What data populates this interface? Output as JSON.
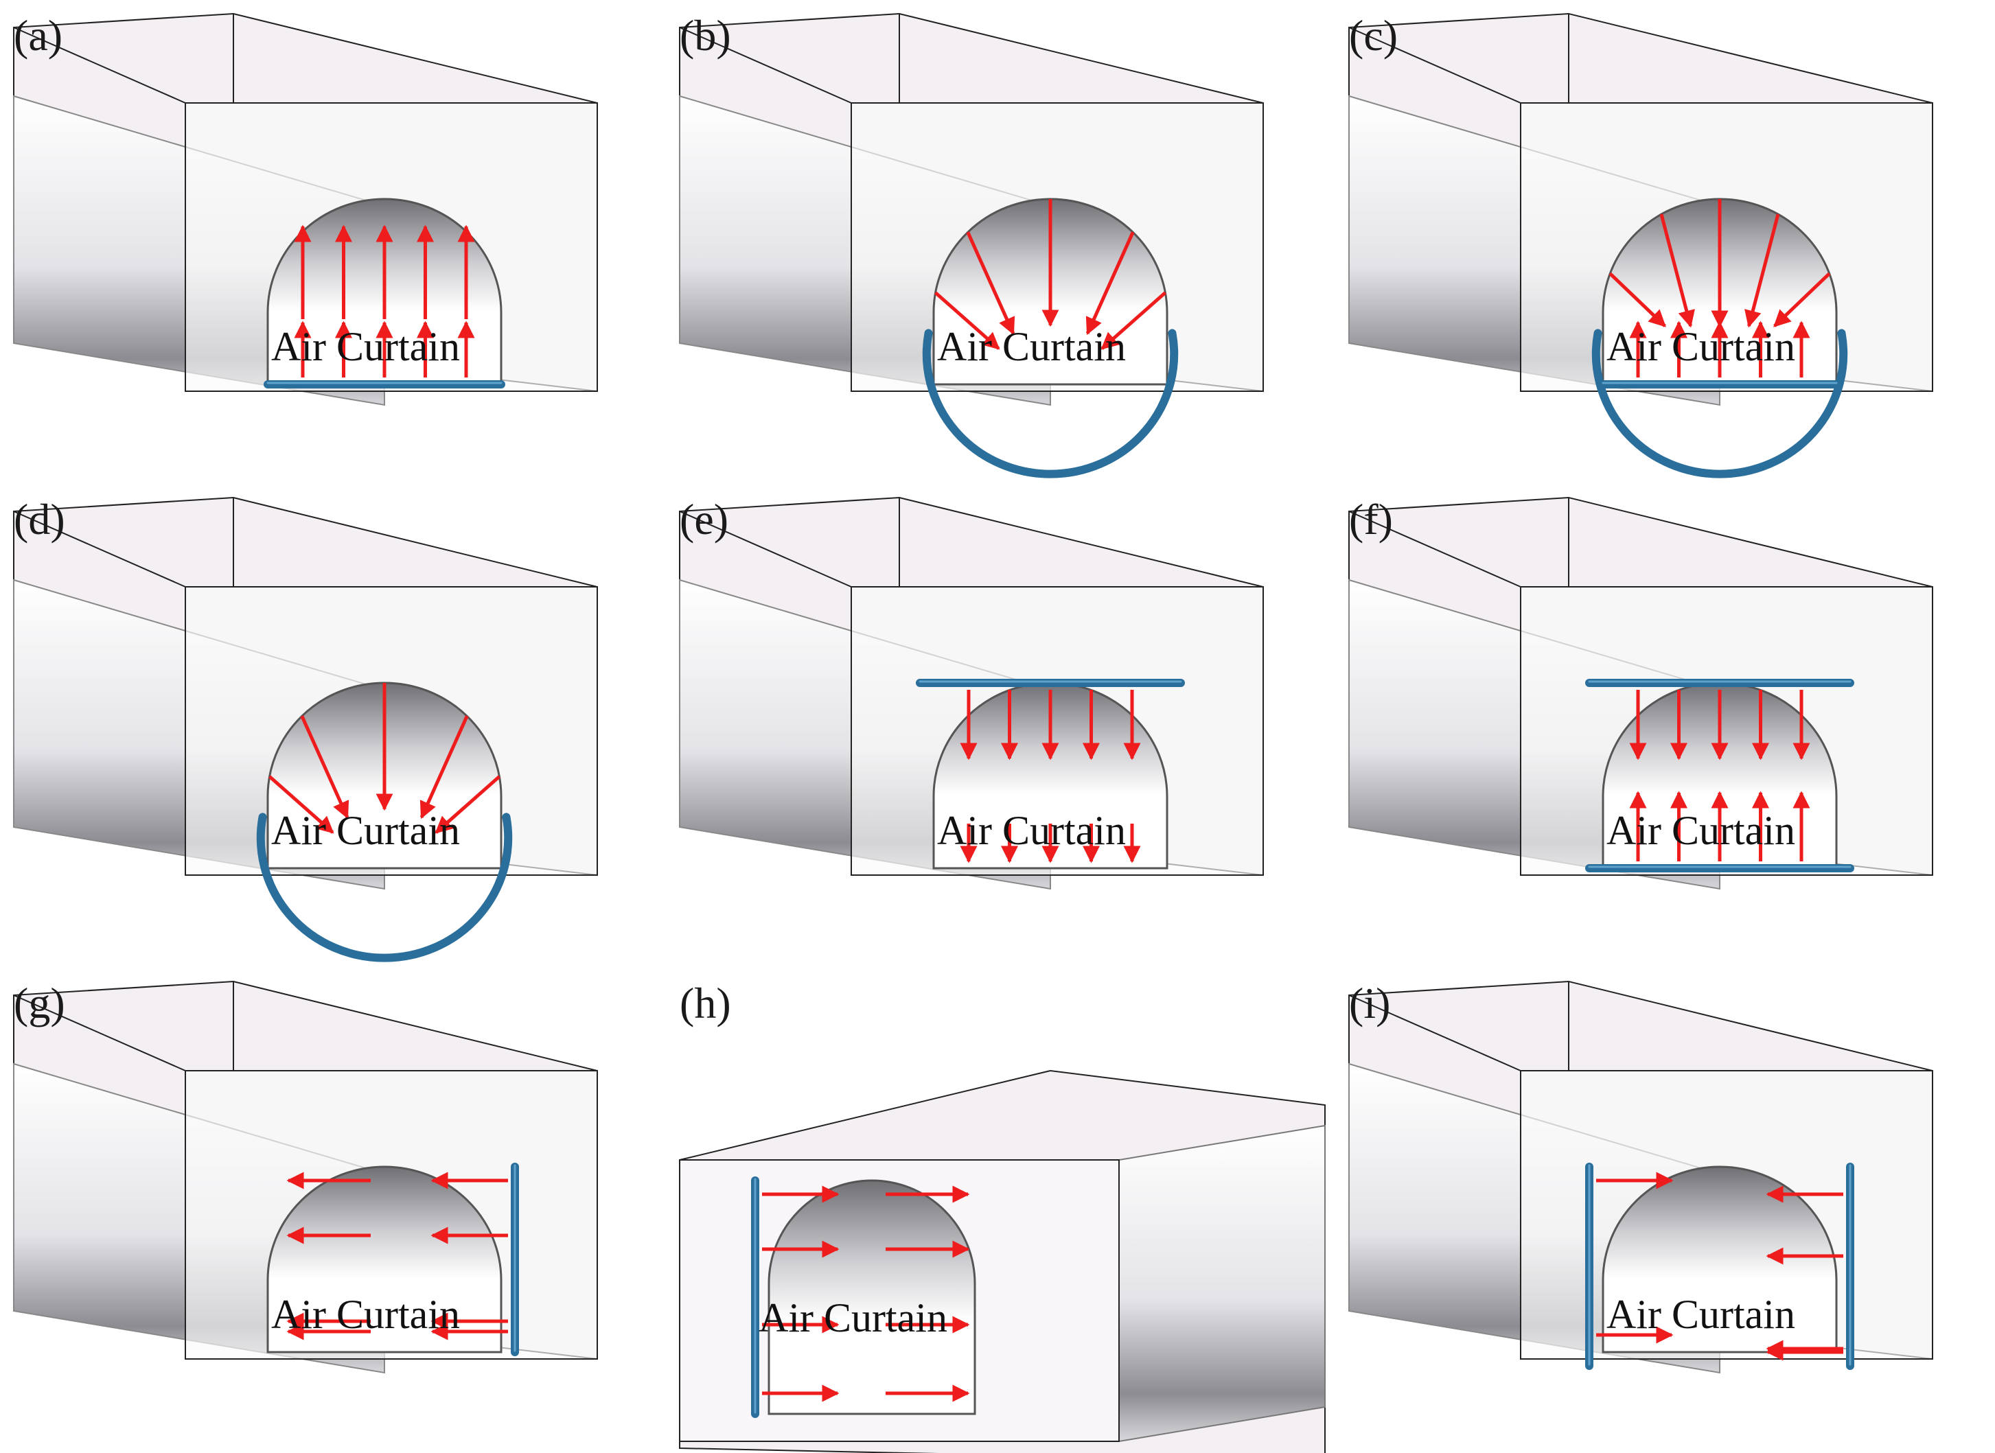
{
  "figure": {
    "panels": [
      {
        "id": "a",
        "label": "(a)",
        "text": "Air Curtain",
        "pattern": "bottom_up",
        "flip": false
      },
      {
        "id": "b",
        "label": "(b)",
        "text": "Air Curtain",
        "pattern": "arc_inward",
        "flip": false
      },
      {
        "id": "c",
        "label": "(c)",
        "text": "Air Curtain",
        "pattern": "full_ring",
        "flip": false
      },
      {
        "id": "d",
        "label": "(d)",
        "text": "Air Curtain",
        "pattern": "arc_inward",
        "flip": false
      },
      {
        "id": "e",
        "label": "(e)",
        "text": "Air Curtain",
        "pattern": "top_down",
        "flip": false
      },
      {
        "id": "f",
        "label": "(f)",
        "text": "Air Curtain",
        "pattern": "top_bottom_opposed",
        "flip": false
      },
      {
        "id": "g",
        "label": "(g)",
        "text": "Air Curtain",
        "pattern": "side_right_to_left",
        "flip": false
      },
      {
        "id": "h",
        "label": "(h)",
        "text": "Air Curtain",
        "pattern": "side_left_to_right",
        "flip": true
      },
      {
        "id": "i",
        "label": "(i)",
        "text": "Air Curtain",
        "pattern": "sides_opposed",
        "flip": false
      }
    ],
    "colors": {
      "nozzle": "#2a6f9b",
      "nozzle_highlight": "#5fa2cc",
      "arrow": "#ee1c1c",
      "box_fill": "#f3eff3",
      "box_edge": "#222222",
      "tunnel_light": "#ffffff",
      "tunnel_dark": "#8c8c92"
    }
  }
}
